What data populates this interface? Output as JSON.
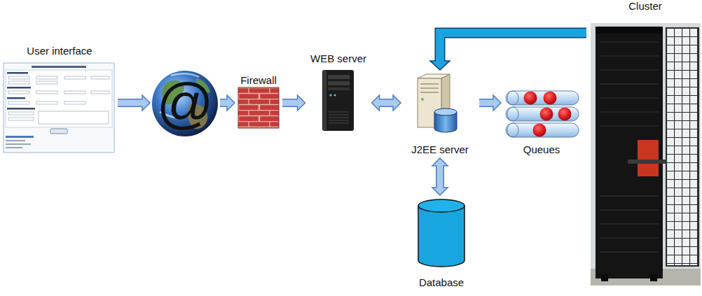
{
  "diagram": {
    "nodes": [
      {
        "text": [
          "User interface"
        ]
      },
      {
        "text": [
          "@"
        ]
      },
      {
        "text": [
          "Firewall"
        ]
      },
      {
        "text": [
          "WEB server"
        ]
      },
      {
        "text": [
          "J2EE server"
        ]
      },
      {
        "text": [
          "Queues"
        ]
      },
      {
        "text": [
          "Cluster"
        ]
      },
      {
        "text": [
          "Database"
        ]
      }
    ],
    "edges": [
      {
        "from": 0,
        "to": 1,
        "arrow": "to"
      },
      {
        "from": 1,
        "to": 2,
        "arrow": "to"
      },
      {
        "from": 2,
        "to": 3,
        "arrow": "to"
      },
      {
        "from": 3,
        "to": 4,
        "arrow": "both"
      },
      {
        "from": 4,
        "to": 5,
        "arrow": "to"
      },
      {
        "from": 6,
        "to": 4,
        "arrow": "to"
      },
      {
        "from": 4,
        "to": 7,
        "arrow": "both"
      }
    ]
  }
}
